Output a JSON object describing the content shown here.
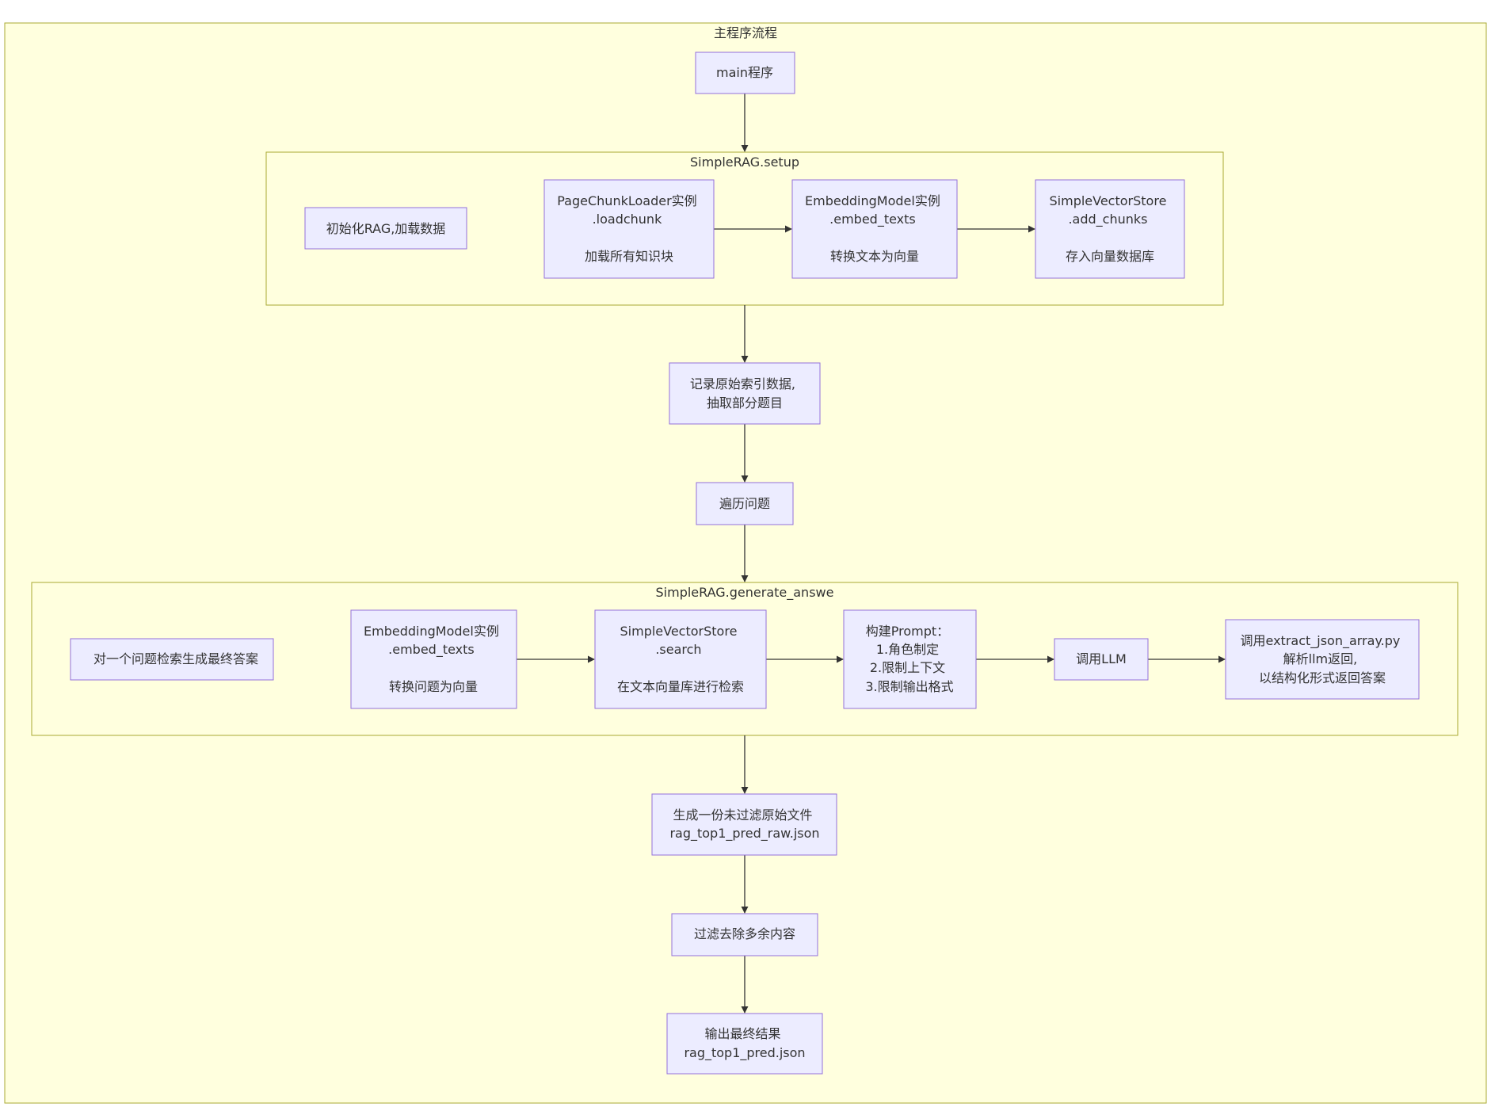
{
  "colors": {
    "outer_fill": "#ffffde",
    "outer_stroke": "#aaaa33",
    "node_fill": "#ececff",
    "node_stroke": "#9370db",
    "edge": "#333333",
    "text": "#333333"
  },
  "outer": {
    "title": "主程序流程"
  },
  "setup": {
    "title": "SimpleRAG.setup"
  },
  "generate": {
    "title": "SimpleRAG.generate_answe"
  },
  "nodes": {
    "main": [
      "main程序"
    ],
    "init_rag": [
      "初始化RAG,加载数据"
    ],
    "page_chunk_loader": [
      "PageChunkLoader实例",
      ".loadchunk",
      "",
      "加载所有知识块"
    ],
    "embedding_texts": [
      "EmbeddingModel实例",
      ".embed_texts",
      "",
      "转换文本为向量"
    ],
    "vector_store_add": [
      "SimpleVectorStore",
      ".add_chunks",
      "",
      "存入向量数据库"
    ],
    "record_index": [
      "记录原始索引数据,",
      "抽取部分题目"
    ],
    "iterate": [
      "遍历问题"
    ],
    "single_question": [
      "对一个问题检索生成最终答案"
    ],
    "embedding_question": [
      "EmbeddingModel实例",
      ".embed_texts",
      "",
      "转换问题为向量"
    ],
    "vector_search": [
      "SimpleVectorStore",
      ".search",
      "",
      "在文本向量库进行检索"
    ],
    "build_prompt": [
      "构建Prompt：",
      "1.角色制定",
      "2.限制上下文",
      "3.限制输出格式"
    ],
    "call_llm": [
      "调用LLM"
    ],
    "extract_json": [
      "调用extract_json_array.py",
      "解析llm返回,",
      "以结构化形式返回答案"
    ],
    "raw_file": [
      "生成一份未过滤原始文件",
      "rag_top1_pred_raw.json"
    ],
    "filter": [
      "过滤去除多余内容"
    ],
    "output": [
      "输出最终结果",
      "rag_top1_pred.json"
    ]
  }
}
